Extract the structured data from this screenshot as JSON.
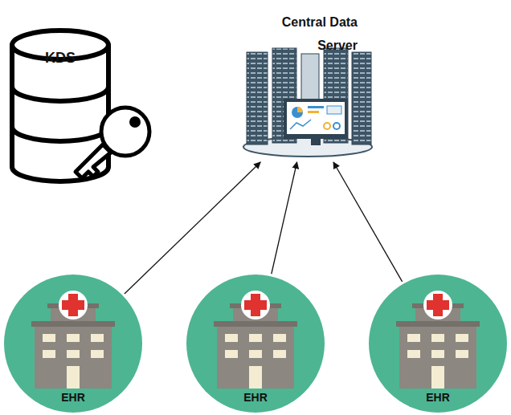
{
  "diagram": {
    "nodes": [
      {
        "text": [
          "Central Data Server"
        ]
      },
      {
        "text": [
          "KDS"
        ]
      },
      {
        "text": [
          "EHR"
        ]
      },
      {
        "text": [
          "EHR"
        ]
      },
      {
        "text": [
          "EHR"
        ]
      }
    ],
    "edges": [
      {
        "from": 2,
        "to": 0,
        "arrow": "to"
      },
      {
        "from": 3,
        "to": 0,
        "arrow": "to"
      },
      {
        "from": 4,
        "to": 0,
        "arrow": "to"
      }
    ]
  }
}
